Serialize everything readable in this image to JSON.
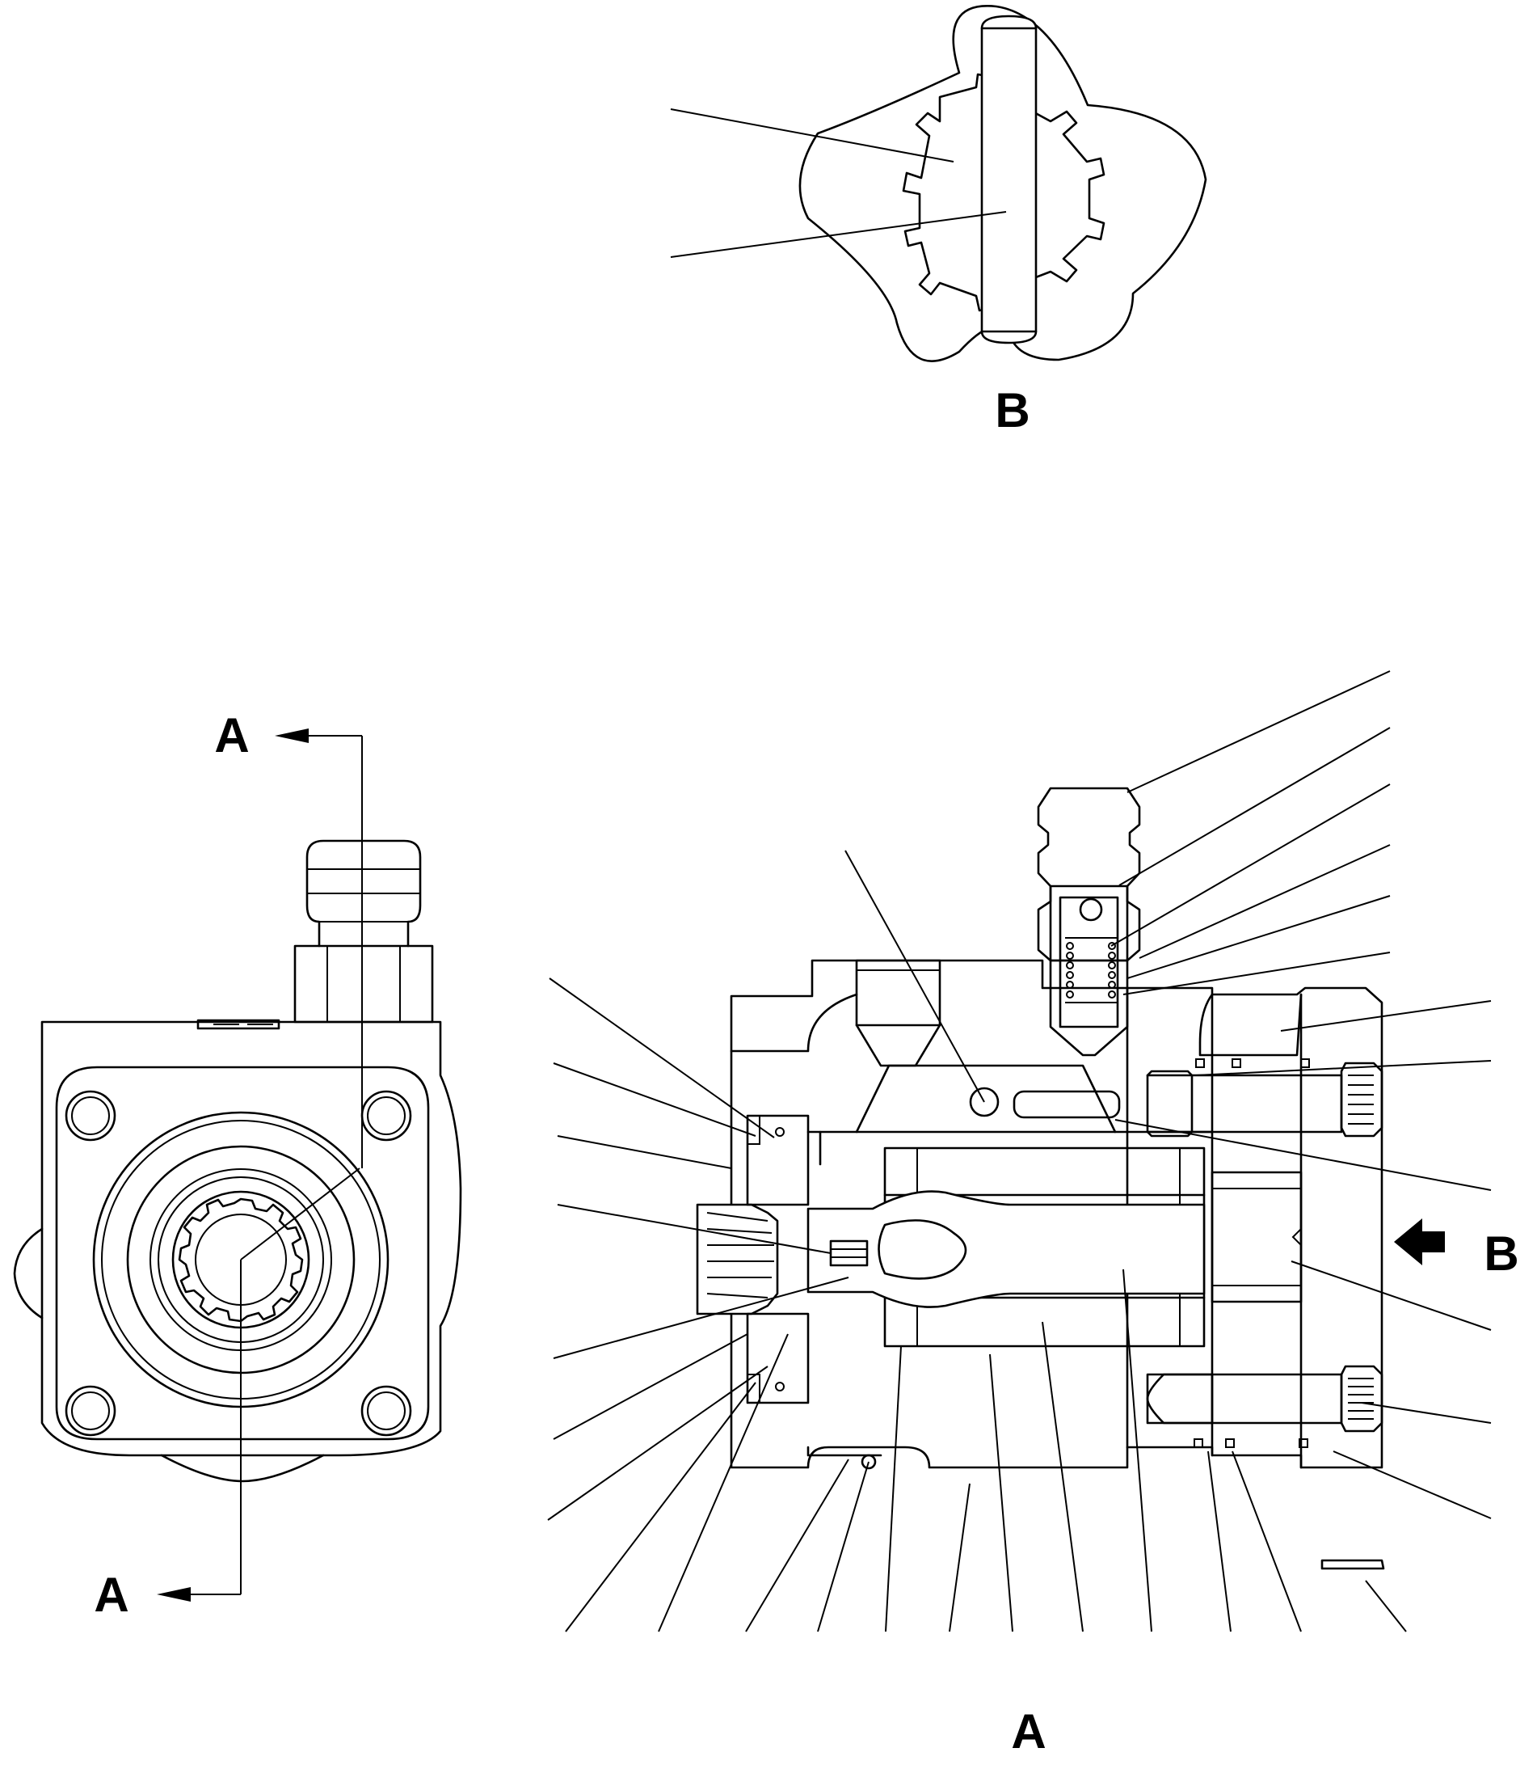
{
  "view_labels": {
    "detail_b": "B",
    "section_mark_top": "A",
    "section_mark_bottom": "A",
    "arrow_b": "B",
    "section_a_title": "A"
  },
  "colors": {
    "line": "#000000",
    "background": "#ffffff"
  },
  "icons": {
    "view_arrow": "arrow-left-icon",
    "section_arrow": "arrowhead-icon"
  }
}
